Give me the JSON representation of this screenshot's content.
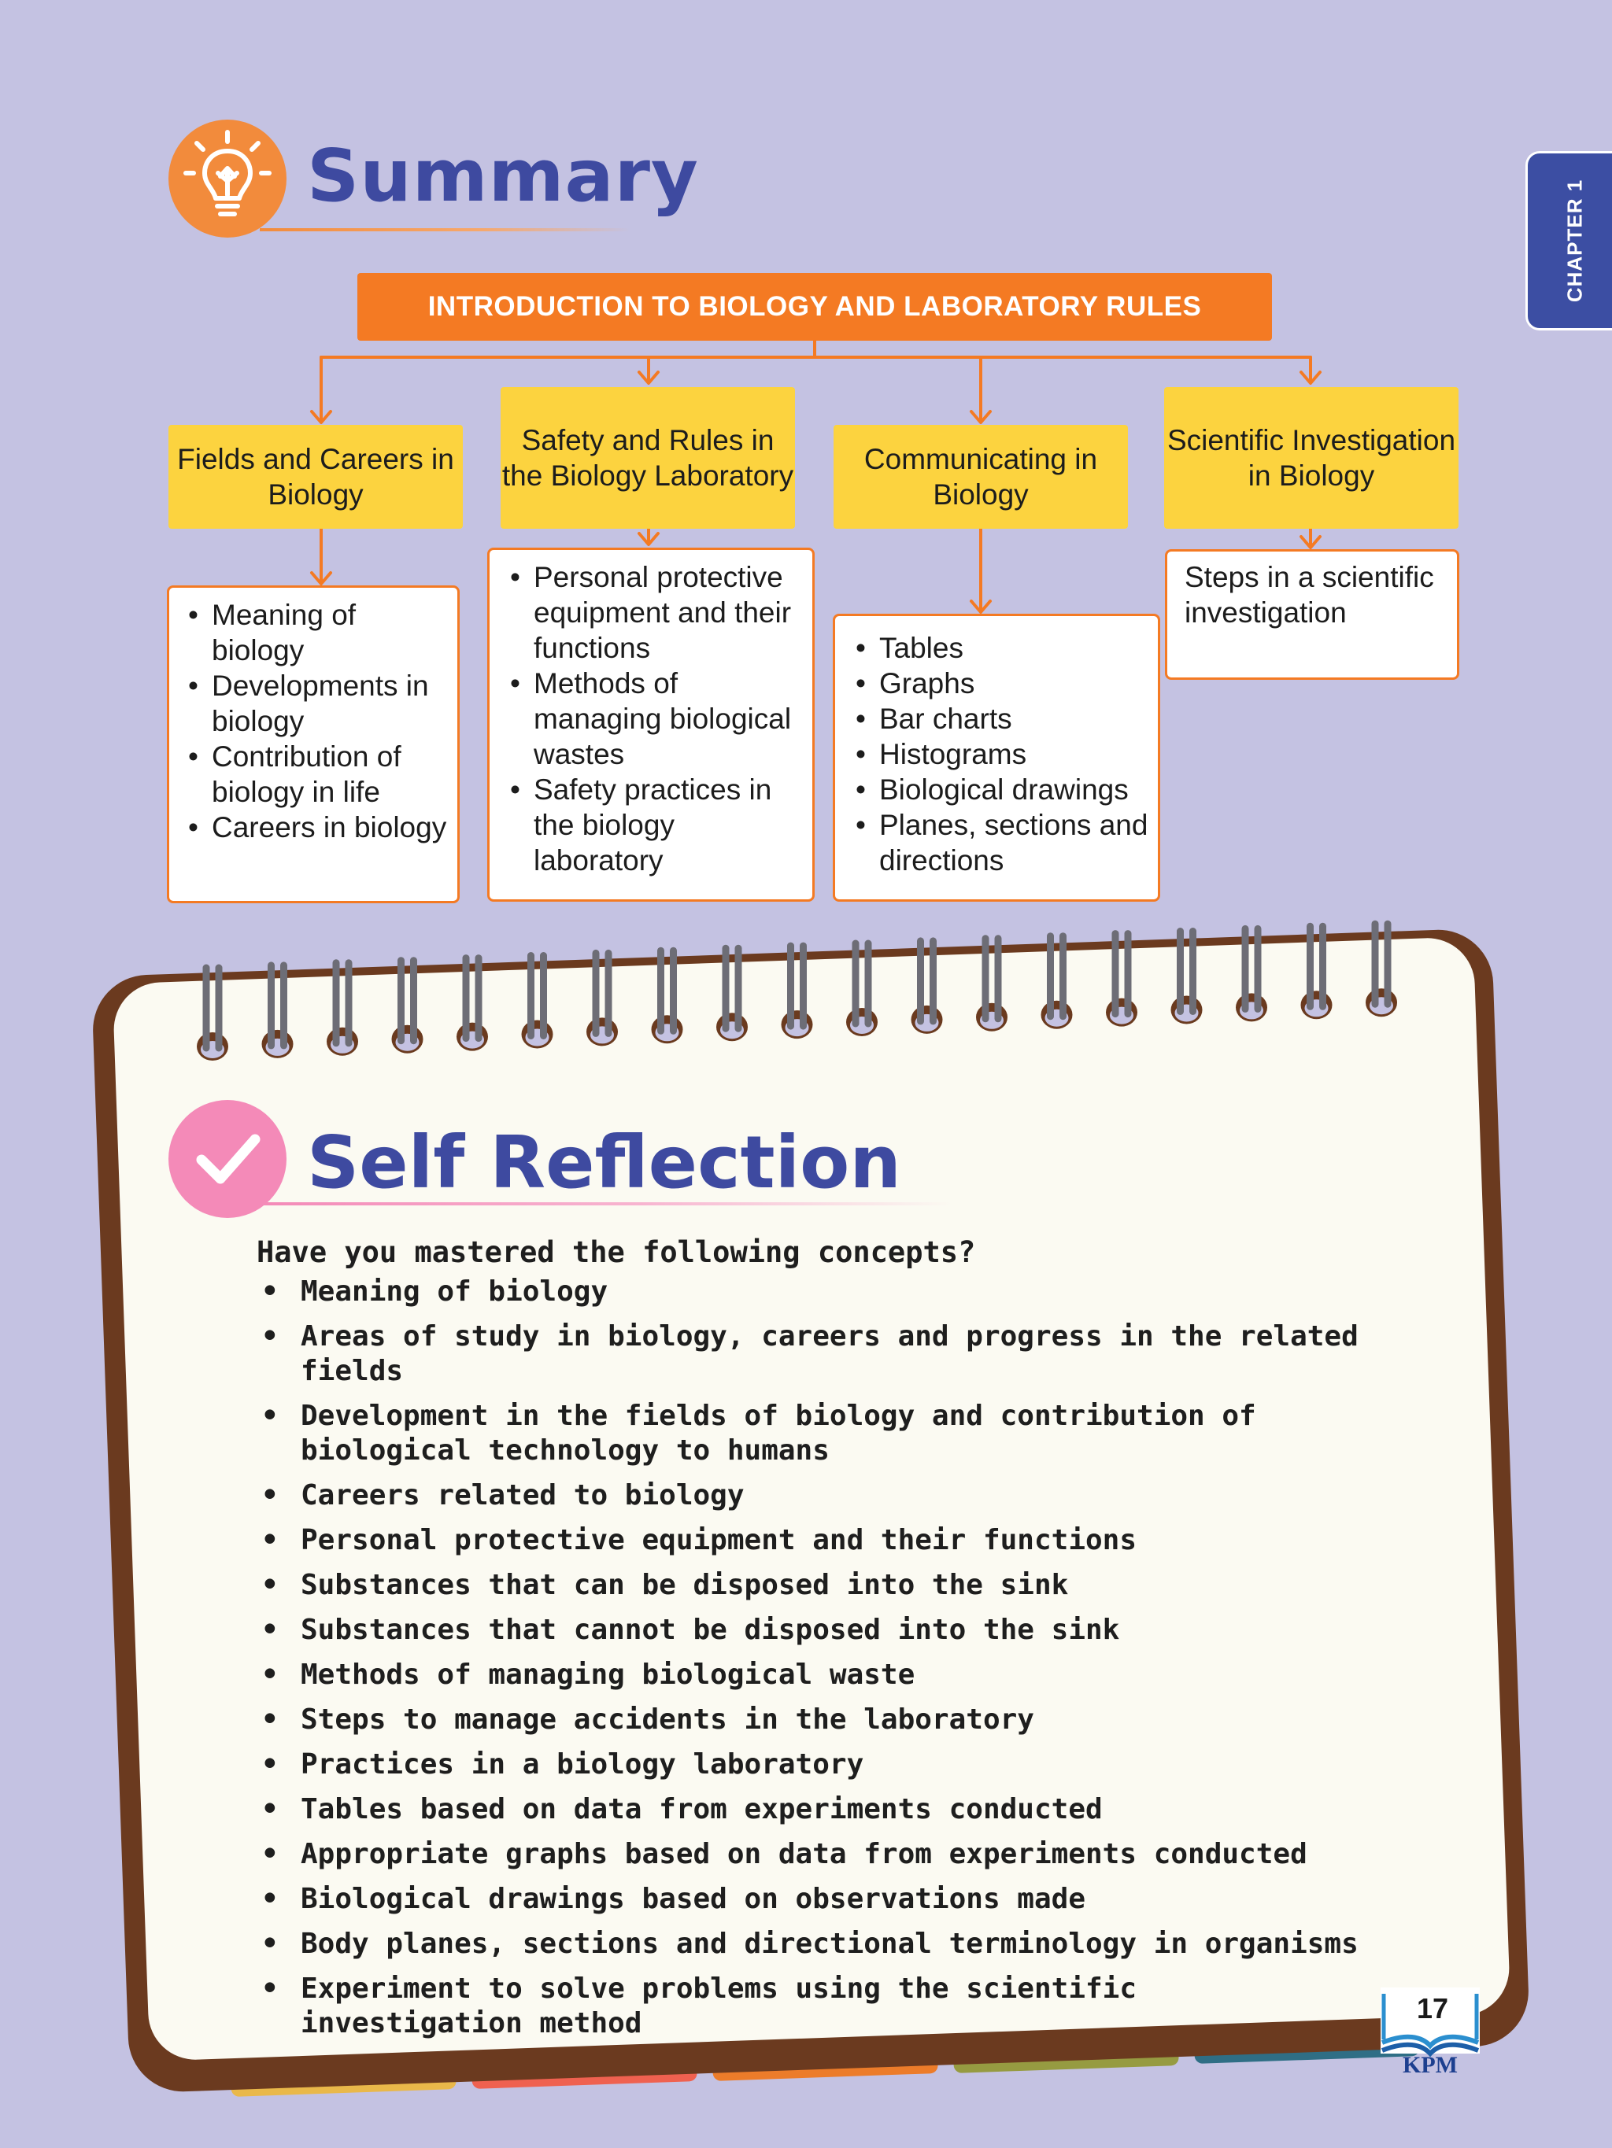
{
  "chapter_tab": "CHAPTER 1",
  "summary": {
    "title": "Summary",
    "root": "INTRODUCTION TO BIOLOGY AND LABORATORY RULES",
    "branches": [
      {
        "title": "Fields and Careers in Biology",
        "items": [
          "Meaning of biology",
          "Developments in biology",
          "Contribution of biology in life",
          "Careers in biology"
        ]
      },
      {
        "title": "Safety and Rules in the Biology Laboratory",
        "items": [
          "Personal protective equipment and their functions",
          "Methods of managing biological wastes",
          "Safety practices in the biology laboratory"
        ]
      },
      {
        "title": "Communicating in Biology",
        "items": [
          "Tables",
          "Graphs",
          "Bar charts",
          "Histograms",
          "Biological drawings",
          "Planes, sections and directions"
        ]
      },
      {
        "title": "Scientific Investigation in Biology",
        "detail_text": "Steps in a scientific investigation"
      }
    ]
  },
  "self_reflection": {
    "title": "Self Reflection",
    "intro": "Have you mastered the following concepts?",
    "items": [
      "Meaning of biology",
      "Areas of study in biology, careers and progress in the related fields",
      "Development in the fields of biology and contribution of biological technology to humans",
      "Careers related to biology",
      "Personal protective equipment and their functions",
      "Substances that can be disposed into the sink",
      "Substances that cannot be disposed into the sink",
      "Methods of managing biological waste",
      "Steps to manage accidents in the laboratory",
      "Practices in a biology laboratory",
      "Tables based on data from experiments conducted",
      "Appropriate graphs based on data from experiments conducted",
      "Biological drawings based on observations made",
      "Body planes, sections and directional terminology in organisms",
      "Experiment to solve problems using the scientific investigation method"
    ]
  },
  "footer": {
    "page_number": "17",
    "publisher": "KPM"
  },
  "colors": {
    "background": "#c4c2e2",
    "accent_orange": "#f47a23",
    "branch_yellow": "#fcd33f",
    "title_blue": "#3e4aa0",
    "reflection_pink": "#f48ab8",
    "tab_colors": [
      "#e9b84a",
      "#ef6150",
      "#ec7c2a",
      "#969b41",
      "#2f6e85"
    ]
  },
  "icons": {
    "summary": "lightbulb-icon",
    "reflection": "checkmark-icon",
    "publisher": "open-book-icon"
  }
}
